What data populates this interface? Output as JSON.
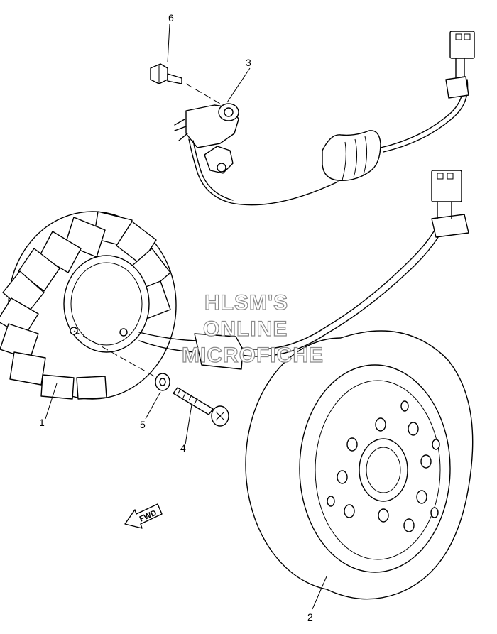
{
  "callouts": {
    "p1": "1",
    "p2": "2",
    "p3": "3",
    "p4": "4",
    "p5": "5",
    "p6": "6"
  },
  "watermark": {
    "line1": "HLSM'S",
    "line2": "ONLINE",
    "line3": "MICROFICHE"
  },
  "direction_arrow": {
    "label": "FWD"
  }
}
